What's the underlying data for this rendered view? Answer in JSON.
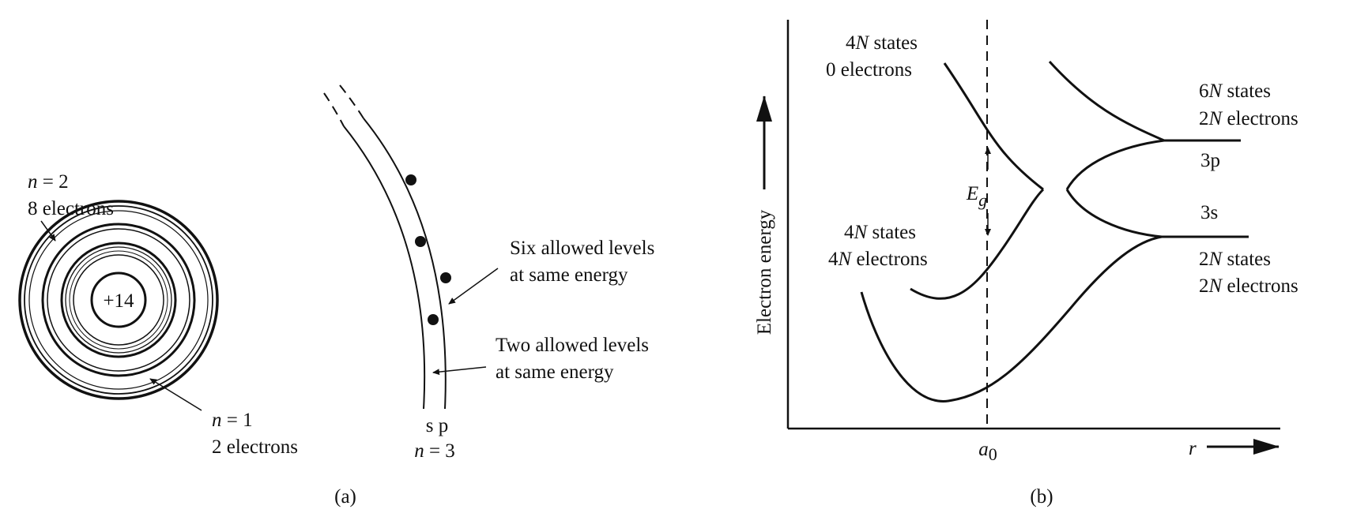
{
  "panel_a": {
    "caption": "(a)",
    "nucleus_label": "+14",
    "n2": {
      "line1": "n = 2",
      "line2": "8 electrons"
    },
    "n1": {
      "line1": "n = 1",
      "line2": "2 electrons"
    },
    "six_levels": {
      "line1": "Six allowed levels",
      "line2": "at same energy"
    },
    "two_levels": {
      "line1": "Two allowed levels",
      "line2": "at same energy"
    },
    "sp_label": "s p",
    "n3_label": "n = 3"
  },
  "panel_b": {
    "caption": "(b)",
    "y_axis_label": "Electron energy",
    "x_axis_label": "r",
    "a0_label": "a0",
    "gap_label": "Eg",
    "upper_band": {
      "line1": "4N states",
      "line2": "0 electrons"
    },
    "lower_band": {
      "line1": "4N states",
      "line2": "4N electrons"
    },
    "p_level": {
      "line1": "6N states",
      "line2": "2N electrons",
      "name": "3p"
    },
    "s_level": {
      "name": "3s",
      "line1": "2N states",
      "line2": "2N electrons"
    }
  }
}
